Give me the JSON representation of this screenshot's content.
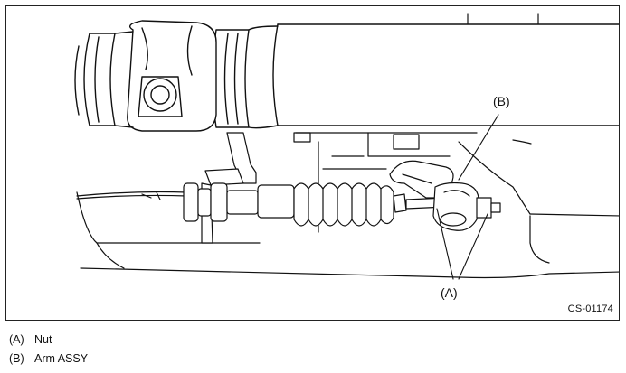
{
  "figure": {
    "code": "CS-01174",
    "callouts": [
      {
        "id": "callout-b",
        "label": "(B)"
      },
      {
        "id": "callout-a",
        "label": "(A)"
      }
    ]
  },
  "legend": [
    {
      "key": "(A)",
      "text": "Nut"
    },
    {
      "key": "(B)",
      "text": "Arm ASSY"
    }
  ]
}
